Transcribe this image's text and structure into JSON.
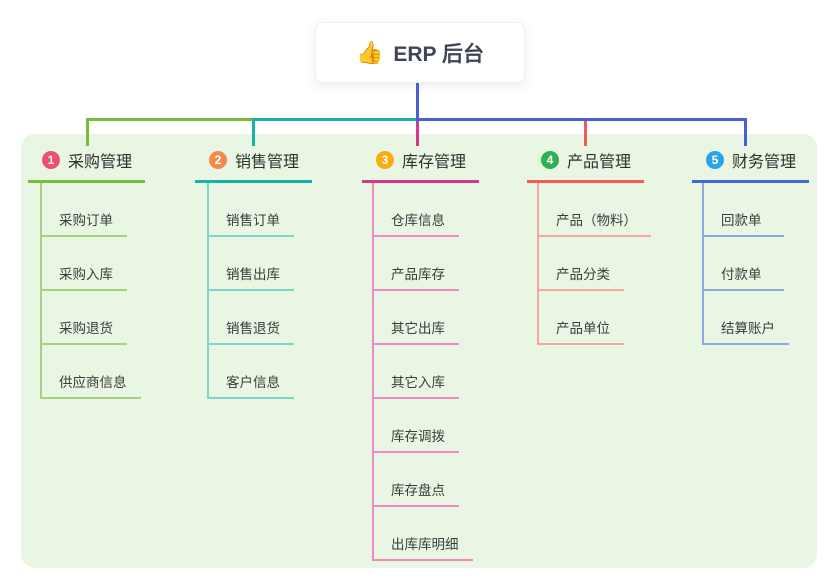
{
  "root": {
    "icon_glyph": "👍",
    "title": "ERP 后台"
  },
  "panel": {
    "background": "#E9F6E4"
  },
  "connectors": {
    "root_blue": "#4A5FD4",
    "green": "#7CBA3F",
    "teal": "#16B2A9",
    "magenta": "#D3398F",
    "red": "#F25B57",
    "blue": "#4A5FD4"
  },
  "branches": [
    {
      "number": "1",
      "label": "采购管理",
      "badge_color": "#F0506F",
      "line_color": "#7CBA3F",
      "item_line_color": "#A9D07F",
      "items": [
        "采购订单",
        "采购入库",
        "采购退货",
        "供应商信息"
      ]
    },
    {
      "number": "2",
      "label": "销售管理",
      "badge_color": "#F28A4B",
      "line_color": "#16B2A9",
      "item_line_color": "#7ED5CC",
      "items": [
        "销售订单",
        "销售出库",
        "销售退货",
        "客户信息"
      ]
    },
    {
      "number": "3",
      "label": "库存管理",
      "badge_color": "#FBAC10",
      "line_color": "#D3398F",
      "item_line_color": "#EF8AC3",
      "items": [
        "仓库信息",
        "产品库存",
        "其它出库",
        "其它入库",
        "库存调拨",
        "库存盘点",
        "出库库明细"
      ]
    },
    {
      "number": "4",
      "label": "产品管理",
      "badge_color": "#2EB151",
      "line_color": "#F25B57",
      "item_line_color": "#F7A4A2",
      "items": [
        "产品（物料）",
        "产品分类",
        "产品单位"
      ]
    },
    {
      "number": "5",
      "label": "财务管理",
      "badge_color": "#2AA3E8",
      "line_color": "#3F68D9",
      "item_line_color": "#93A9DE",
      "items": [
        "回款单",
        "付款单",
        "结算账户"
      ]
    }
  ]
}
